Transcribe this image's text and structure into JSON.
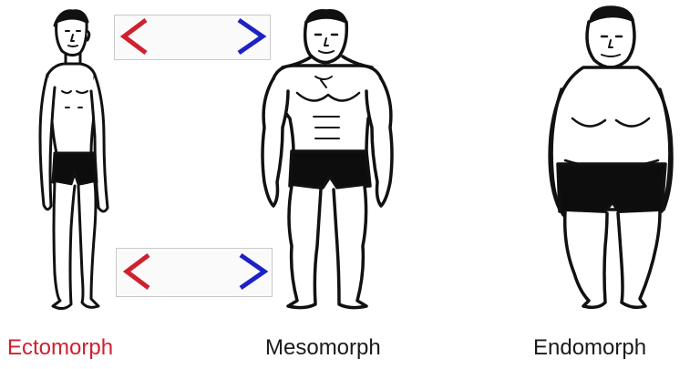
{
  "labels": {
    "ectomorph": "Ectomorph",
    "mesomorph": "Mesomorph",
    "endomorph": "Endomorph"
  },
  "colors": {
    "ectomorph_label": "#d0202e",
    "other_labels": "#1a1a1a",
    "arrow_red": "#d0202e",
    "arrow_blue": "#1c22c4",
    "ink": "#111111",
    "shorts": "#0d0d0d"
  },
  "icons": {
    "thin_figure": "ectomorph-figure",
    "muscular_figure": "mesomorph-figure",
    "round_figure": "endomorph-figure",
    "arrow": "double-headed-arrow"
  }
}
